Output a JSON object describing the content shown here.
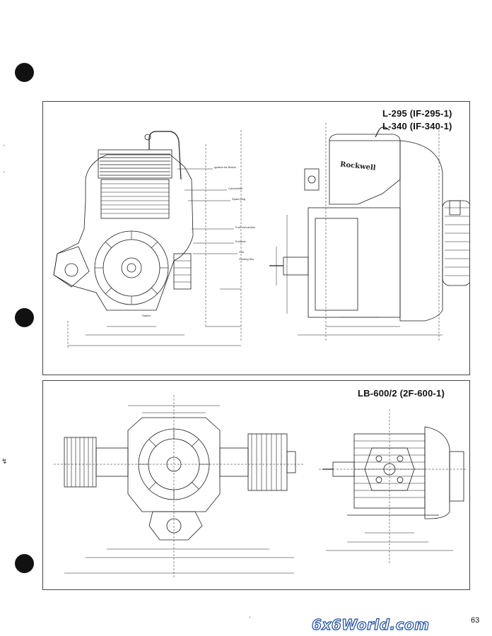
{
  "page": {
    "page_number": "63",
    "watermark": "6x6World.com"
  },
  "top_panel": {
    "model_line_1": "L-295 (IF-295-1)",
    "model_line_2": "L-340 (IF-340-1)",
    "brand_on_engine": "Rockwell",
    "callouts": [
      "Ignition for Bosch",
      "Carburettor",
      "Spark plug",
      "Fuel connection",
      "Exhaust",
      "Coil",
      "Cooling fins",
      "Starter"
    ]
  },
  "bottom_panel": {
    "model_line": "LB-600/2 (2F-600-1)"
  },
  "colors": {
    "ink": "#1a1a1a",
    "watermark_outline": "#1a4a9c"
  }
}
